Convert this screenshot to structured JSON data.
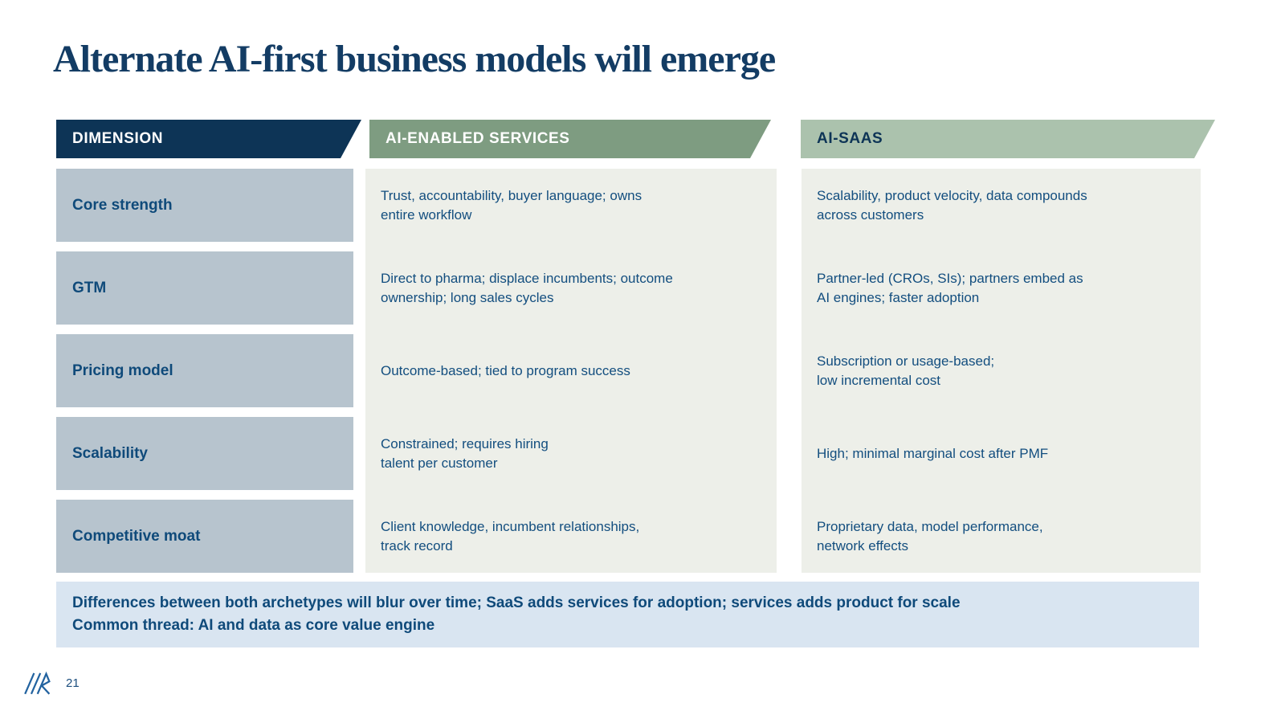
{
  "slide": {
    "title": "Alternate AI-first business models will emerge",
    "page_number": "21"
  },
  "colors": {
    "header_dimension_bg": "#0d3456",
    "header_services_bg": "#7e9c81",
    "header_saas_bg": "#abc2ad",
    "dimension_cell_bg": "#b7c4ce",
    "body_cell_bg": "#edefe9",
    "banner_bg": "#d9e5f1",
    "text_navy": "#134e7f",
    "title_navy": "#133c64",
    "logo_blue": "#2363a0"
  },
  "table": {
    "headers": [
      {
        "label": "DIMENSION"
      },
      {
        "label": "AI-ENABLED SERVICES"
      },
      {
        "label": "AI-SAAS"
      }
    ],
    "rows": [
      {
        "dimension": "Core strength",
        "ai_enabled_services": "Trust, accountability, buyer language; owns\nentire workflow",
        "ai_saas": "Scalability, product velocity, data compounds\nacross customers"
      },
      {
        "dimension": "GTM",
        "ai_enabled_services": "Direct to pharma; displace incumbents; outcome\nownership; long sales cycles",
        "ai_saas": "Partner-led (CROs, SIs); partners embed as\nAI engines; faster adoption"
      },
      {
        "dimension": "Pricing model",
        "ai_enabled_services": "Outcome-based; tied to program success",
        "ai_saas": "Subscription or usage-based;\nlow incremental cost"
      },
      {
        "dimension": "Scalability",
        "ai_enabled_services": "Constrained; requires hiring\ntalent per customer",
        "ai_saas": "High; minimal marginal cost after PMF"
      },
      {
        "dimension": "Competitive moat",
        "ai_enabled_services": "Client knowledge, incumbent relationships,\ntrack record",
        "ai_saas": "Proprietary data, model performance,\nnetwork effects"
      }
    ]
  },
  "footnote": {
    "line1": "Differences between both archetypes will blur over time; SaaS adds services for adoption; services adds product for scale",
    "line2": "Common thread: AI and data as core value engine"
  }
}
